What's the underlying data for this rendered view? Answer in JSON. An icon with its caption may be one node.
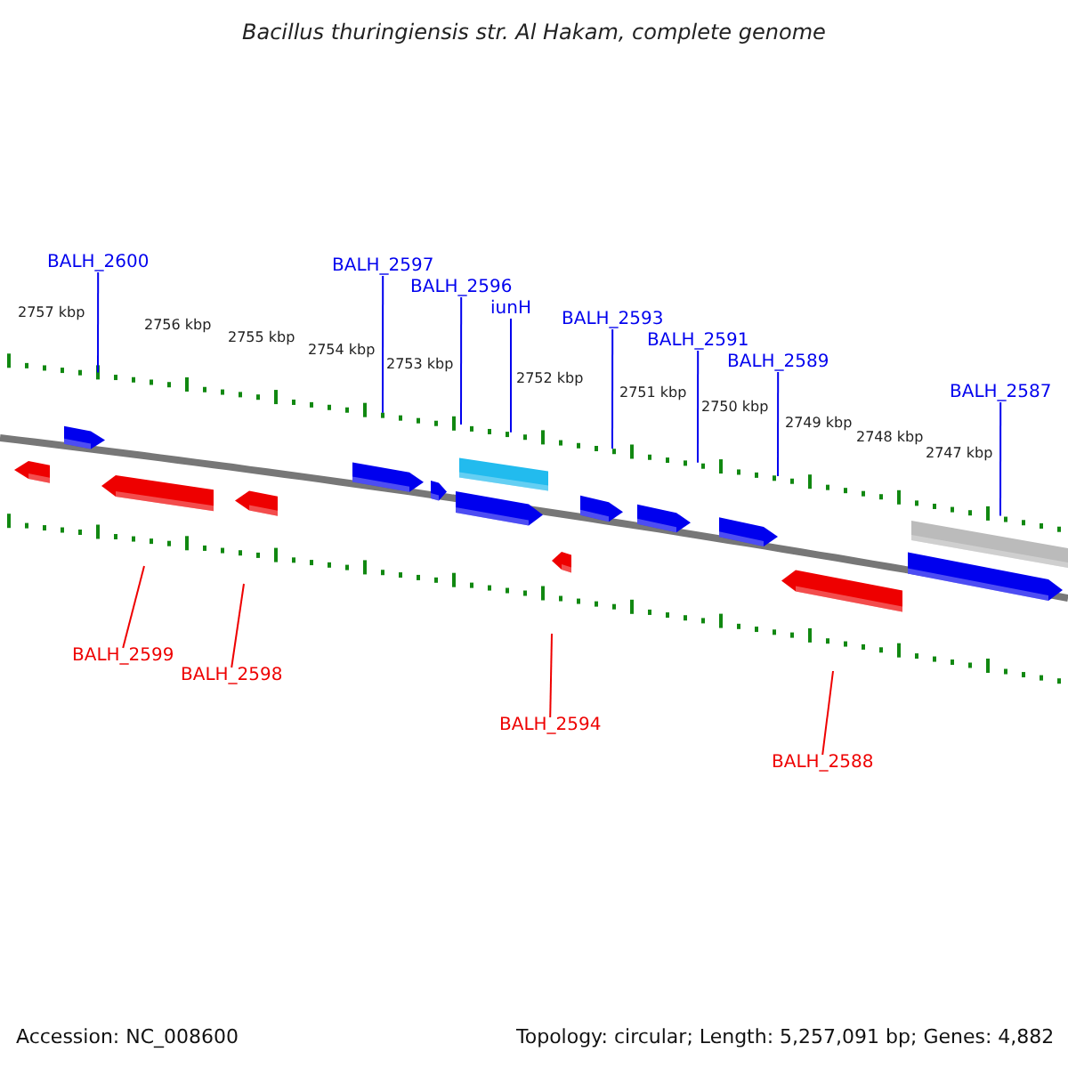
{
  "diagram": {
    "title": "Bacillus thuringiensis str. Al Hakam, complete genome",
    "nodes": [
      {
        "text": [
          "BALH_2600"
        ]
      },
      {
        "text": [
          "BALH_2597"
        ]
      },
      {
        "text": [
          "BALH_2596"
        ]
      },
      {
        "text": [
          "iunH"
        ]
      },
      {
        "text": [
          "BALH_2593"
        ]
      },
      {
        "text": [
          "BALH_2591"
        ]
      },
      {
        "text": [
          "BALH_2589"
        ]
      },
      {
        "text": [
          "BALH_2587"
        ]
      },
      {
        "text": [
          "BALH_2599"
        ]
      },
      {
        "text": [
          "BALH_2598"
        ]
      },
      {
        "text": [
          "BALH_2594"
        ]
      },
      {
        "text": [
          "BALH_2588"
        ]
      }
    ],
    "edges": [
      {
        "from": 0,
        "to": null,
        "arrow": "none"
      },
      {
        "from": 1,
        "to": null,
        "arrow": "none"
      },
      {
        "from": 2,
        "to": null,
        "arrow": "none"
      },
      {
        "from": 3,
        "to": null,
        "arrow": "none"
      },
      {
        "from": 4,
        "to": null,
        "arrow": "none"
      },
      {
        "from": 5,
        "to": null,
        "arrow": "none"
      },
      {
        "from": 6,
        "to": null,
        "arrow": "none"
      },
      {
        "from": 7,
        "to": null,
        "arrow": "none"
      },
      {
        "from": 8,
        "to": null,
        "arrow": "none",
        "color": "#ee0000"
      },
      {
        "from": 9,
        "to": null,
        "arrow": "none",
        "color": "#ee0000"
      },
      {
        "from": 10,
        "to": null,
        "arrow": "none",
        "color": "#ee0000"
      },
      {
        "from": 11,
        "to": null,
        "arrow": "none",
        "color": "#ee0000"
      }
    ],
    "labels": [
      "2757 kbp",
      "2756 kbp",
      "2755 kbp",
      "2754 kbp",
      "2753 kbp",
      "2752 kbp",
      "2751 kbp",
      "2750 kbp",
      "2749 kbp",
      "2748 kbp",
      "2747 kbp",
      "Accession: NC_008600",
      "Topology: circular; Length: 5,257,091 bp; Genes: 4,882"
    ]
  }
}
